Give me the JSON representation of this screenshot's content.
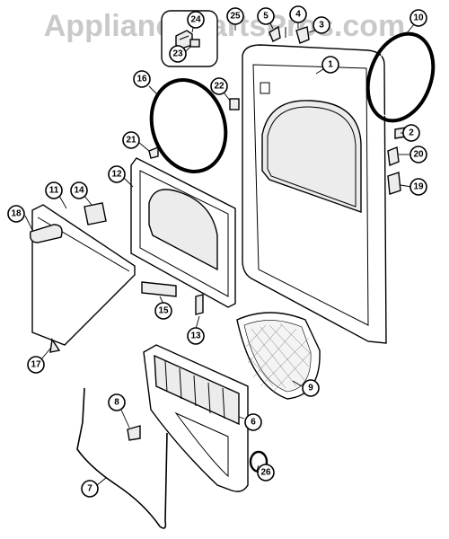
{
  "watermark": "AppliancePartsPros.com",
  "callouts": {
    "c1": "1",
    "c2": "2",
    "c3": "3",
    "c4": "4",
    "c5": "5",
    "c6": "6",
    "c7": "7",
    "c8": "8",
    "c9": "9",
    "c10": "10",
    "c11": "11",
    "c12": "12",
    "c13": "13",
    "c14": "14",
    "c15": "15",
    "c16": "16",
    "c17": "17",
    "c18": "18",
    "c19": "19",
    "c20": "20",
    "c21": "21",
    "c22": "22",
    "c23": "23",
    "c24": "24",
    "c25": "25",
    "c26": "26"
  }
}
